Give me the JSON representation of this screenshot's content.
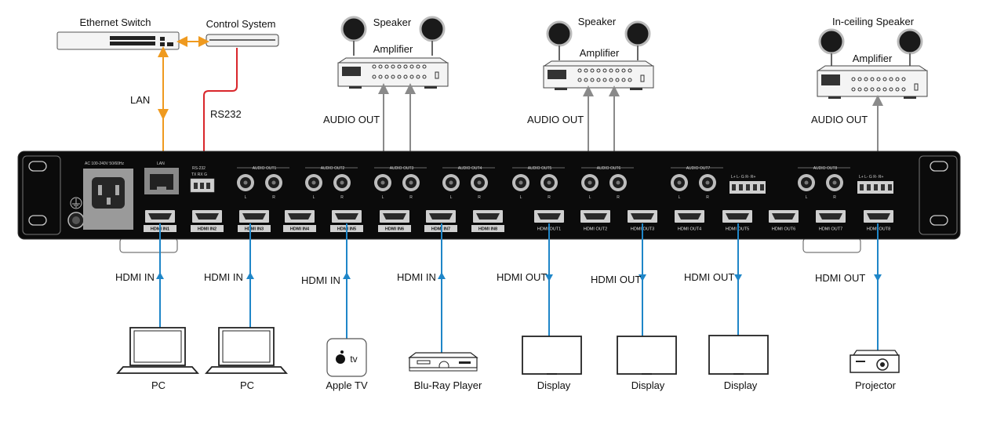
{
  "devices": {
    "ethernet_switch": "Ethernet Switch",
    "control_system": "Control System",
    "amp1_speaker": "Speaker",
    "amp1_amplifier": "Amplifier",
    "amp2_speaker": "Speaker",
    "amp2_amplifier": "Amplifier",
    "amp3_speaker": "In-ceiling Speaker",
    "amp3_amplifier": "Amplifier",
    "sources": [
      "PC",
      "PC",
      "Apple TV",
      "Blu-Ray Player"
    ],
    "displays": [
      "Display",
      "Display",
      "Display",
      "Projector"
    ],
    "apple_tv_badge": "tv"
  },
  "connections": {
    "lan": "LAN",
    "rs232": "RS232",
    "audio_out": "AUDIO OUT",
    "hdmi_in": "HDMI IN",
    "hdmi_out": "HDMI OUT"
  },
  "panel": {
    "power_label": "AC 100-240V 50/60Hz",
    "lan_label": "LAN",
    "rs232_label": "RS-232",
    "rs232_pins": "TX RX G",
    "audio_outs": [
      "AUDIO OUT1",
      "AUDIO OUT2",
      "AUDIO OUT3",
      "AUDIO OUT4",
      "AUDIO OUT5",
      "AUDIO OUT6",
      "AUDIO OUT7",
      "AUDIO OUT8"
    ],
    "terminal_pins": "L+ L- G R- R+",
    "lr_left": "L",
    "lr_right": "R",
    "hdmi_inputs": [
      "HDMI IN1",
      "HDMI IN2",
      "HDMI IN3",
      "HDMI IN4",
      "HDMI IN5",
      "HDMI IN6",
      "HDMI IN7",
      "HDMI IN8"
    ],
    "hdmi_outputs": [
      "HDMI OUT1",
      "HDMI OUT2",
      "HDMI OUT3",
      "HDMI OUT4",
      "HDMI OUT5",
      "HDMI OUT6",
      "HDMI OUT7",
      "HDMI OUT8"
    ]
  },
  "colors": {
    "lan": "#ef9a1f",
    "rs232": "#d9262b",
    "audio": "#8a8a8a",
    "hdmi": "#1f86c8",
    "panel": "#0b0b0b"
  }
}
